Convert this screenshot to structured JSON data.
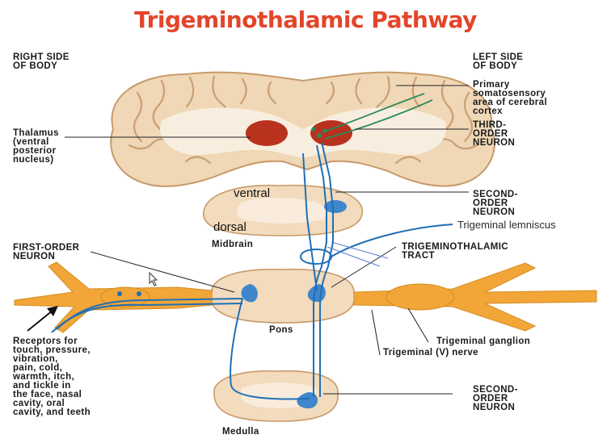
{
  "title": "Trigeminothalamic Pathway",
  "labels": {
    "right_side": "RIGHT SIDE\nOF BODY",
    "left_side": "LEFT SIDE\nOF BODY",
    "primary_area": "Primary\nsomatosensory\narea of cerebral\ncortex",
    "third_order": "THIRD-\nORDER\nNEURON",
    "thalamus": "Thalamus\n(ventral\nposterior\nnucleus)",
    "second_order_top": "SECOND-\nORDER\nNEURON",
    "ventral": "ventral",
    "dorsal": "dorsal",
    "midbrain": "Midbrain",
    "trigeminal_lemniscus": "Trigeminal lemniscus",
    "first_order": "FIRST-ORDER\nNEURON",
    "trigeminothalamic_tract": "TRIGEMINOTHALAMIC\nTRACT",
    "pons": "Pons",
    "trigeminal_ganglion": "Trigeminal ganglion",
    "trigeminal_nerve": "Trigeminal (V) nerve",
    "receptors": "Receptors for\ntouch, pressure,\nvibration,\npain, cold,\nwarmth, itch,\nand tickle in\nthe face, nasal\ncavity, oral\ncavity, and teeth",
    "second_order_bottom": "SECOND-\nORDER\nNEURON",
    "medulla": "Medulla"
  },
  "colors": {
    "title": "#e3452a",
    "brain_fill": "#f0d7b5",
    "brain_edge": "#c79a6a",
    "thalamus": "#b8321e",
    "tract": "#1f6fb5",
    "nucleus": "#3f86cc",
    "green_neuron": "#2c8a5a",
    "nerve": "#f2a638"
  },
  "icons": {
    "cursor": "mouse-cursor-icon"
  }
}
